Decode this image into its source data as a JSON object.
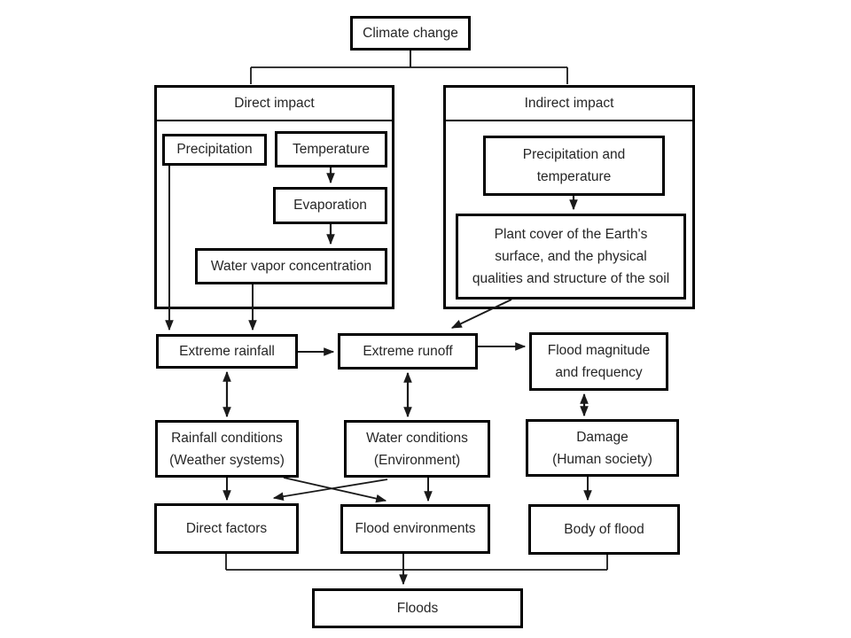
{
  "nodes": {
    "climate_change": {
      "label": "Climate change"
    },
    "direct_impact": {
      "label": "Direct impact"
    },
    "indirect_impact": {
      "label": "Indirect impact"
    },
    "precipitation": {
      "label": "Precipitation"
    },
    "temperature": {
      "label": "Temperature"
    },
    "evaporation": {
      "label": "Evaporation"
    },
    "water_vapor": {
      "label": "Water vapor concentration"
    },
    "precip_temp": {
      "label": "Precipitation and\ntemperature"
    },
    "plant_cover": {
      "label": "Plant cover of the Earth's\nsurface, and the physical\nqualities and structure of the soil"
    },
    "extreme_rainfall": {
      "label": "Extreme rainfall"
    },
    "extreme_runoff": {
      "label": "Extreme runoff"
    },
    "flood_magnitude": {
      "label": "Flood magnitude\nand frequency"
    },
    "rainfall_conditions": {
      "label": "Rainfall conditions\n(Weather systems)"
    },
    "water_conditions": {
      "label": "Water conditions\n(Environment)"
    },
    "damage": {
      "label": "Damage\n(Human society)"
    },
    "direct_factors": {
      "label": "Direct factors"
    },
    "flood_environments": {
      "label": "Flood environments"
    },
    "body_of_flood": {
      "label": "Body of flood"
    },
    "floods": {
      "label": "Floods"
    }
  },
  "colors": {
    "box_border": "#000000",
    "line": "#1a1a1a",
    "text": "#262626",
    "background": "#ffffff"
  }
}
